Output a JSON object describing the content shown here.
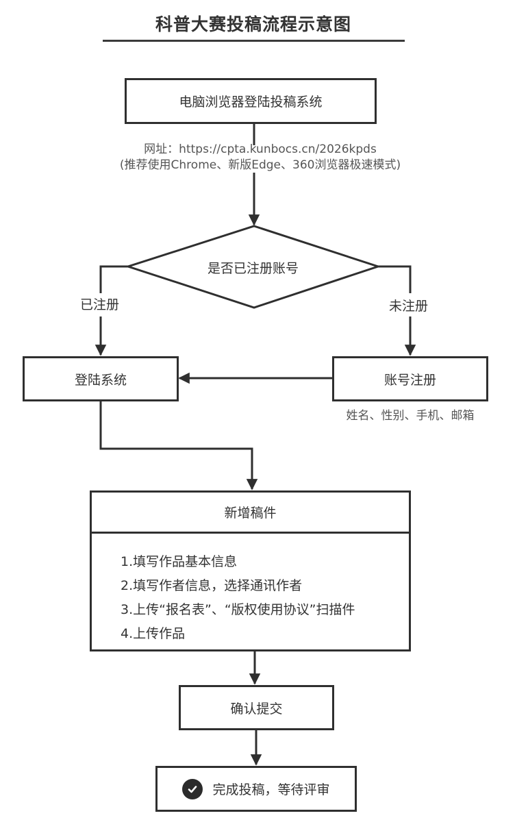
{
  "title": "科普大赛投稿流程示意图",
  "nodes": {
    "start": "电脑浏览器登陆投稿系统",
    "decision": "是否已注册账号",
    "login": "登陆系统",
    "register": "账号注册",
    "new_submission": {
      "header": "新增稿件",
      "steps": [
        "1.填写作品基本信息",
        "2.填写作者信息，选择通讯作者",
        "3.上传“报名表”、“版权使用协议”扫描件",
        "4.上传作品"
      ]
    },
    "confirm": "确认提交",
    "done": "完成投稿，等待评审"
  },
  "notes": {
    "url_line": "网址：https://cpta.kunbocs.cn/2026kpds",
    "browser_line": "(推荐使用Chrome、新版Edge、360浏览器极速模式)",
    "register_fields": "姓名、性别、手机、邮箱"
  },
  "edge_labels": {
    "registered": "已注册",
    "not_registered": "未注册"
  },
  "icons": {
    "done": "check-circle-icon"
  },
  "colors": {
    "stroke": "#2f2f2f",
    "text": "#333333",
    "note_text": "#555555",
    "background": "#ffffff"
  }
}
